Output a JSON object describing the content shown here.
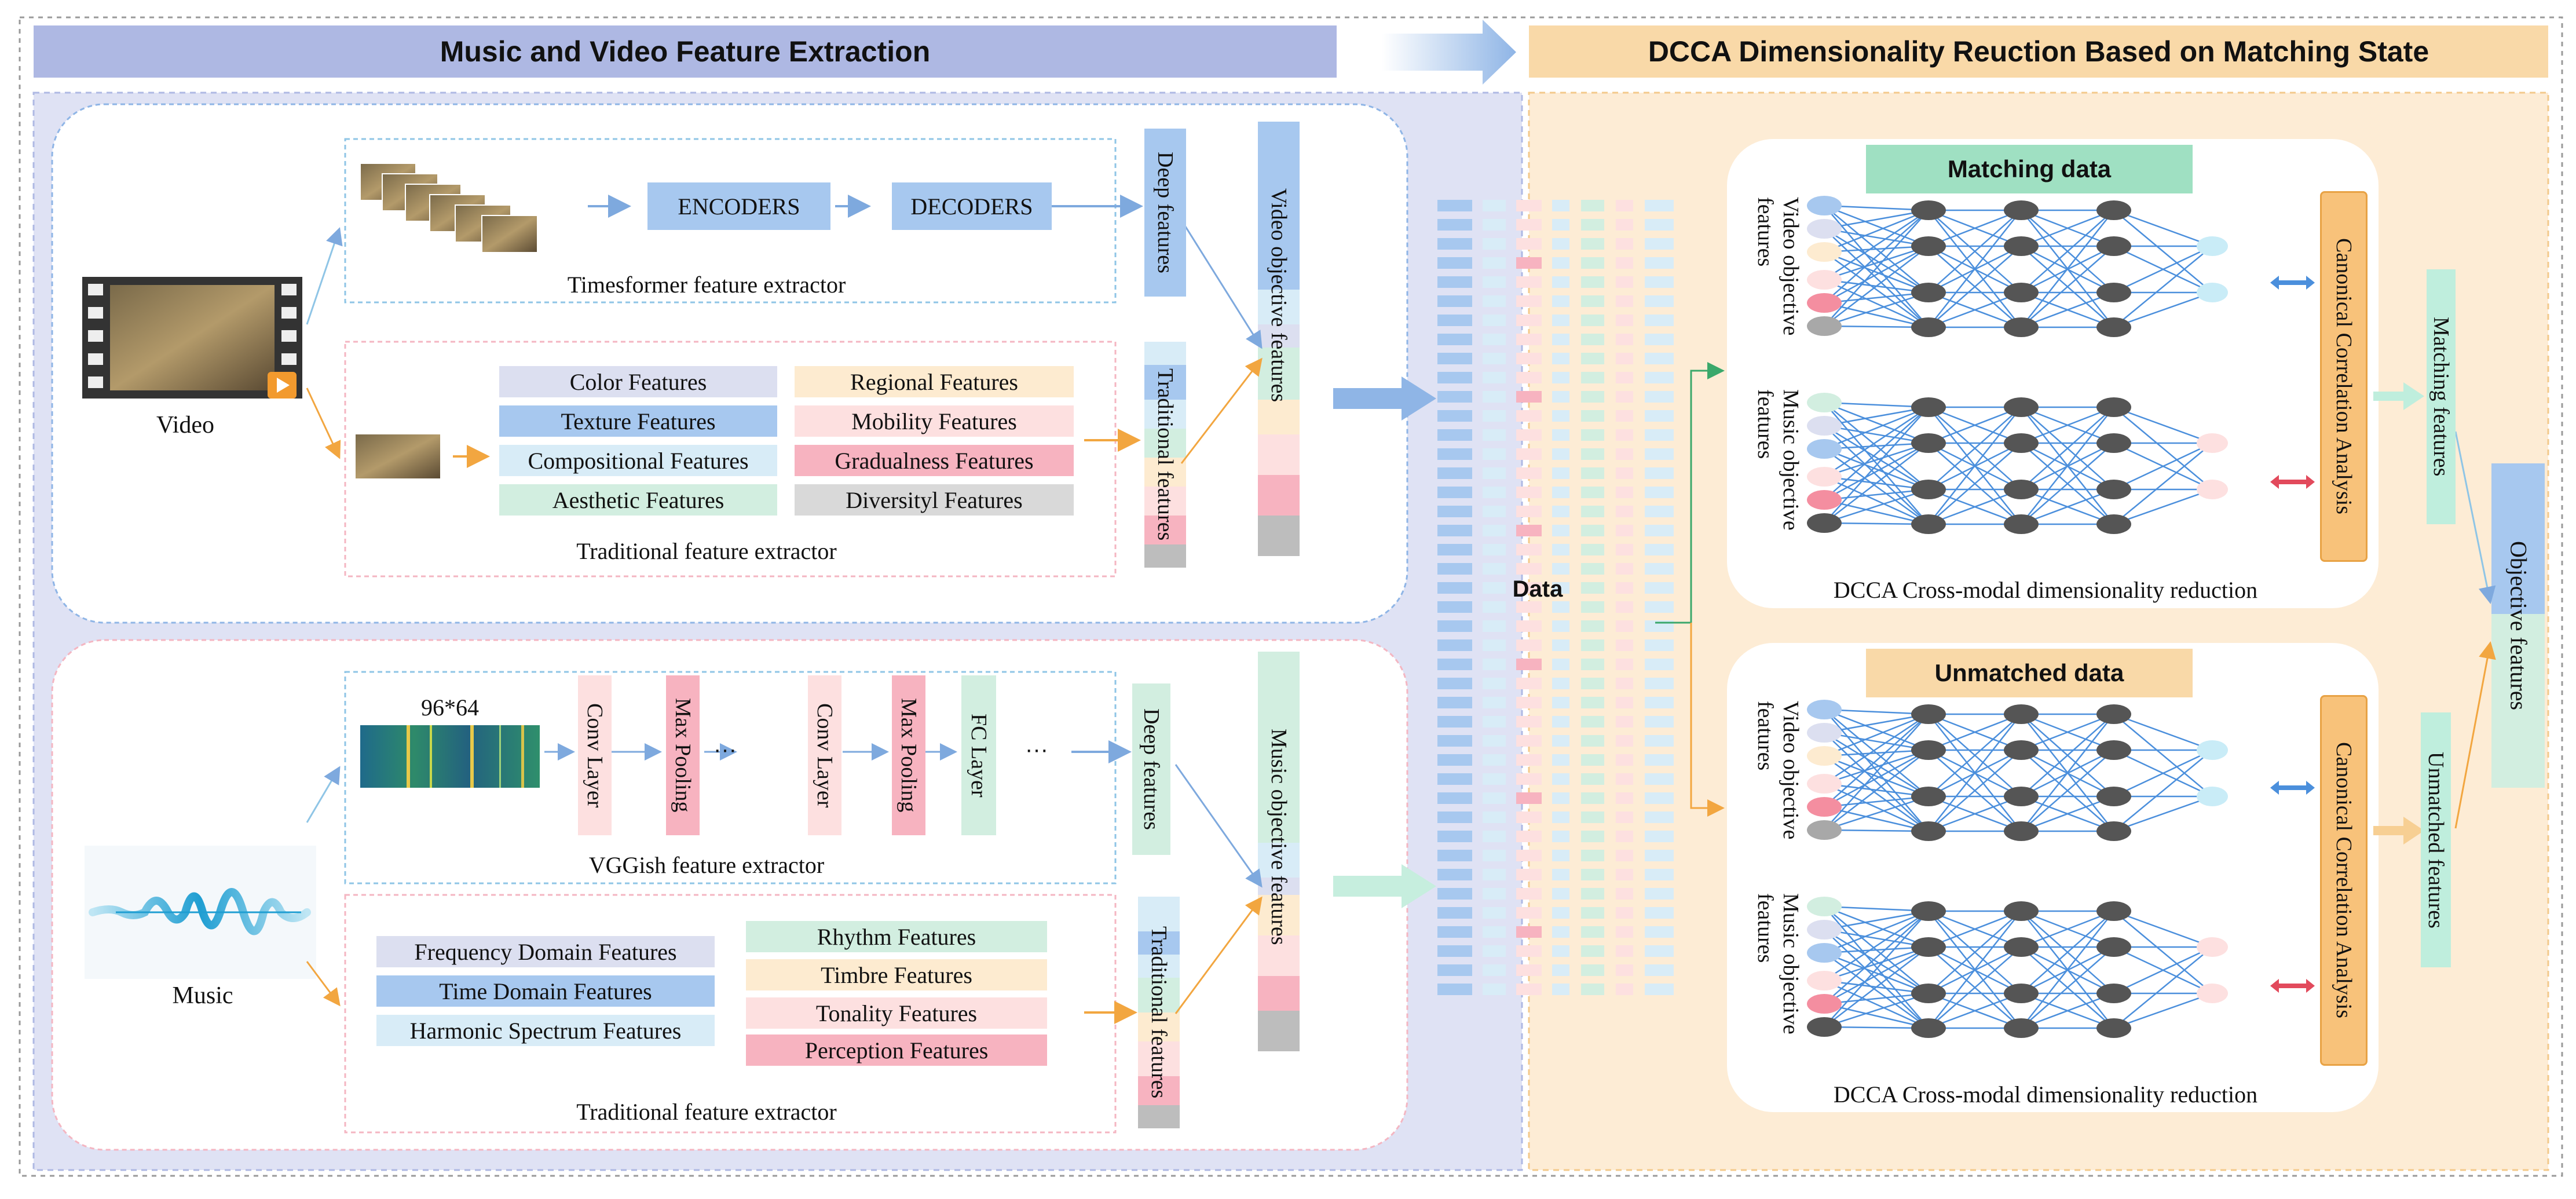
{
  "colors": {
    "left_banner": "#aeb8e3",
    "right_banner": "#f9d9a8",
    "left_panel": "#dfe2f4",
    "right_panel": "#fdecd5",
    "blue": "#a7c8ef",
    "light_blue": "#d8ecf7",
    "lavender": "#dcdff0",
    "cream": "#fdebd0",
    "light_pink": "#fde0e0",
    "pink": "#f7b3c0",
    "mint": "#d2eee0",
    "gray": "#bdbdbd",
    "node_dark": "#555555",
    "edge_blue": "#4b8fdc",
    "orange": "#f5b45a",
    "green": "#9fe0c2"
  },
  "left_section": {
    "title": "Music and Video Feature Extraction",
    "video": {
      "label": "Video",
      "timesformer": {
        "encoders": "ENCODERS",
        "decoders": "DECODERS",
        "deep": "Deep features",
        "caption": "Timesformer feature extractor"
      },
      "traditional": {
        "features_left": [
          "Color Features",
          "Texture Features",
          "Compositional Features",
          "Aesthetic Features"
        ],
        "features_right": [
          "Regional Features",
          "Mobility Features",
          "Gradualness Features",
          "Diversityl Features"
        ],
        "label": "Traditional features",
        "caption": "Traditional feature extractor"
      },
      "objective": "Video objective features"
    },
    "music": {
      "label": "Music",
      "vggish": {
        "input_size": "96*64",
        "conv1": "Conv Layer",
        "pool1": "Max Pooling",
        "dots1": "···",
        "conv2": "Conv Layer",
        "pool2": "Max Pooling",
        "fc": "FC Layer",
        "dots2": "···",
        "deep": "Deep features",
        "caption": "VGGish feature extractor"
      },
      "traditional": {
        "features_left": [
          "Frequency Domain Features",
          "Time Domain Features",
          "Harmonic Spectrum Features"
        ],
        "features_right": [
          "Rhythm Features",
          "Timbre Features",
          "Tonality Features",
          "Perception Features"
        ],
        "label": "Traditional features",
        "caption": "Traditional feature extractor"
      },
      "objective": "Music objective features"
    }
  },
  "data_label": "Data",
  "right_section": {
    "title": "DCCA Dimensionality Reuction Based on Matching State",
    "matching": {
      "badge": "Matching   data",
      "video_label": "Video objective features",
      "music_label": "Music objective features",
      "cca": "Canonical  Correlation  Analysis",
      "caption": "DCCA Cross-modal dimensionality reduction",
      "output": "Matching features"
    },
    "unmatched": {
      "badge": "Unmatched   data",
      "video_label": "Video objective features",
      "music_label": "Music objective features",
      "cca": "Canonical  Correlation  Analysis",
      "caption": "DCCA Cross-modal dimensionality reduction",
      "output": "Unmatched features"
    },
    "final": "Objective features"
  },
  "icons": {
    "video_film": "film-strip-icon",
    "play": "play-icon",
    "music_wave": "sound-wave-icon"
  }
}
